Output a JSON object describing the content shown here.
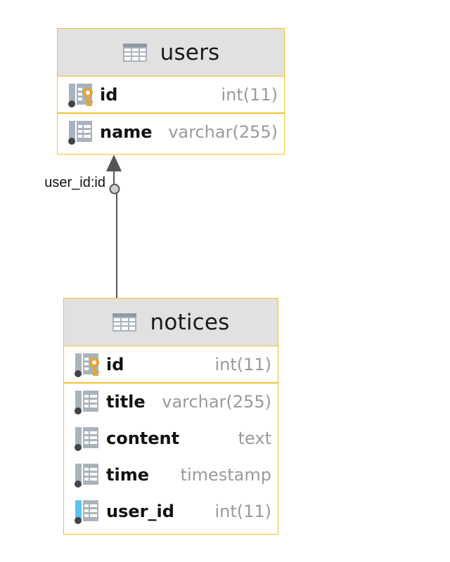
{
  "diagram": {
    "relationship_label": "user_id:id",
    "colors": {
      "border": "#f1c22e",
      "header_bg": "#e1e1e1",
      "type_text": "#9a9a9a",
      "connector": "#555555",
      "pk_key": "#e0a63a",
      "fk_marker": "#5bc4ee"
    }
  },
  "users": {
    "title": "users",
    "icon": "table-icon",
    "columns": [
      {
        "name": "id",
        "type": "int(11)",
        "icon": "primary-key-column-icon"
      },
      {
        "name": "name",
        "type": "varchar(255)",
        "icon": "column-icon"
      }
    ]
  },
  "notices": {
    "title": "notices",
    "icon": "table-icon",
    "columns": [
      {
        "name": "id",
        "type": "int(11)",
        "icon": "primary-key-column-icon"
      },
      {
        "name": "title",
        "type": "varchar(255)",
        "icon": "column-icon"
      },
      {
        "name": "content",
        "type": "text",
        "icon": "column-icon"
      },
      {
        "name": "time",
        "type": "timestamp",
        "icon": "column-icon"
      },
      {
        "name": "user_id",
        "type": "int(11)",
        "icon": "foreign-key-column-icon"
      }
    ]
  }
}
